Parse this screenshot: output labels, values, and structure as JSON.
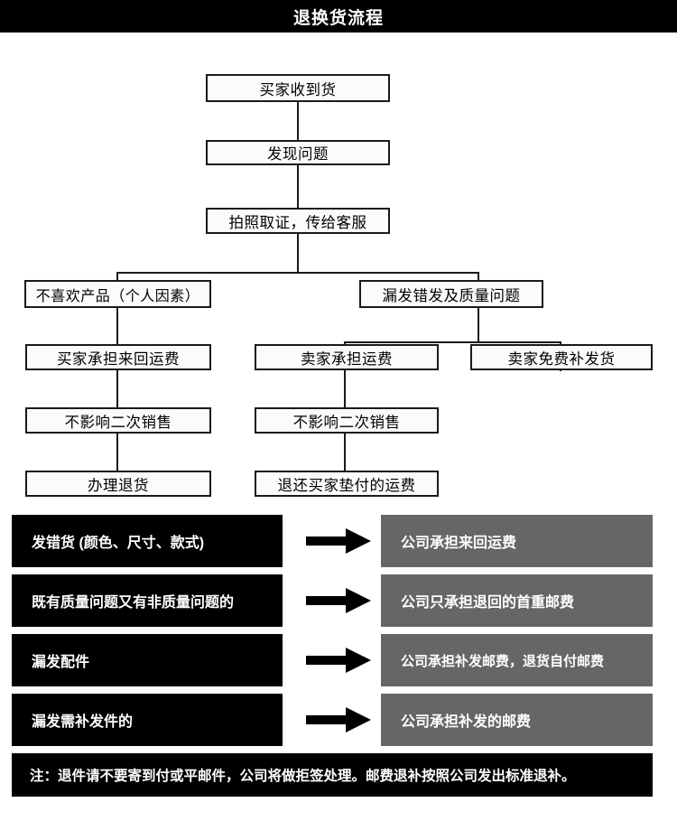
{
  "title": "退换货流程",
  "flow": {
    "nodes": [
      {
        "id": "received",
        "label": "买家收到货"
      },
      {
        "id": "found-problem",
        "label": "发现问题"
      },
      {
        "id": "photo-evidence",
        "label": "拍照取证，传给客服"
      },
      {
        "id": "dislike",
        "label": "不喜欢产品（个人因素）"
      },
      {
        "id": "defect",
        "label": "漏发错发及质量问题"
      },
      {
        "id": "buyer-pays",
        "label": "买家承担来回运费"
      },
      {
        "id": "seller-pays",
        "label": "卖家承担运费"
      },
      {
        "id": "free-reship",
        "label": "卖家免费补发货"
      },
      {
        "id": "resale-left",
        "label": "不影响二次销售"
      },
      {
        "id": "resale-mid",
        "label": "不影响二次销售"
      },
      {
        "id": "process-return",
        "label": "办理退货"
      },
      {
        "id": "refund-freight",
        "label": "退还买家垫付的运费"
      }
    ]
  },
  "matrix": {
    "arrow_icon": "right-arrow-icon",
    "rows": [
      {
        "cause": "发错货 (颜色、尺寸、款式)",
        "result": "公司承担来回运费"
      },
      {
        "cause": "既有质量问题又有非质量问题的",
        "result": "公司只承担退回的首重邮费"
      },
      {
        "cause": "漏发配件",
        "result": "公司承担补发邮费，退货自付邮费"
      },
      {
        "cause": "漏发需补发件的",
        "result": "公司承担补发的邮费"
      }
    ]
  },
  "footer": {
    "note": "注：退件请不要寄到付或平邮件，公司将做拒签处理。邮费退补按照公司发出标准退补。"
  },
  "colors": {
    "title_bar_bg": "#000000",
    "cause_bg": "#000000",
    "result_bg": "#666666",
    "node_border": "#1a1a1a",
    "node_bg": "#fbfbfb",
    "text_light": "#ffffff",
    "text_dark": "#000000"
  }
}
